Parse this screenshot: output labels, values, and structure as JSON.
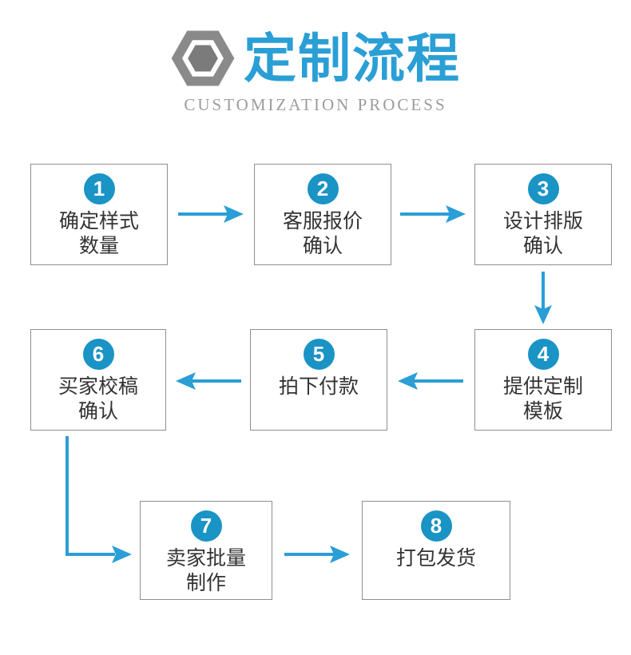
{
  "page": {
    "title": "定制流程",
    "subtitle": "CUSTOMIZATION PROCESS"
  },
  "colors": {
    "title_blue": "#2a9fd6",
    "circle_blue": "#1a93c5",
    "arrow_blue": "#2a9ed6",
    "hexagon_gray": "#8a8a8a",
    "hexagon_inner_gray": "#7b7b7b",
    "box_border": "#8f8f8f",
    "box_text": "#333333",
    "subtitle_gray": "#9c9c9c"
  },
  "steps": [
    {
      "number": "1",
      "line1": "确定样式",
      "line2": "数量"
    },
    {
      "number": "2",
      "line1": "客服报价",
      "line2": "确认"
    },
    {
      "number": "3",
      "line1": "设计排版",
      "line2": "确认"
    },
    {
      "number": "4",
      "line1": "提供定制",
      "line2": "模板"
    },
    {
      "number": "5",
      "line1": "拍下付款",
      "line2": ""
    },
    {
      "number": "6",
      "line1": "买家校稿",
      "line2": "确认"
    },
    {
      "number": "7",
      "line1": "卖家批量",
      "line2": "制作"
    },
    {
      "number": "8",
      "line1": "打包发货",
      "line2": ""
    }
  ],
  "connectors": [
    {
      "from": "1",
      "to": "2",
      "direction": "right"
    },
    {
      "from": "2",
      "to": "3",
      "direction": "right"
    },
    {
      "from": "3",
      "to": "4",
      "direction": "down"
    },
    {
      "from": "4",
      "to": "5",
      "direction": "left"
    },
    {
      "from": "5",
      "to": "6",
      "direction": "left"
    },
    {
      "from": "6",
      "to": "7",
      "direction": "down-then-right"
    },
    {
      "from": "7",
      "to": "8",
      "direction": "right"
    }
  ]
}
